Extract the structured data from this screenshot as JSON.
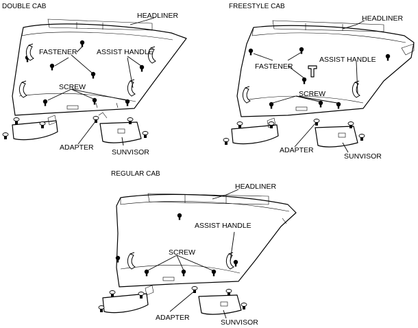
{
  "views": {
    "double_cab": {
      "title": "DOUBLE CAB",
      "labels": {
        "headliner": "HEADLINER",
        "fastener": "FASTENER",
        "assist_handle": "ASSIST HANDLE",
        "screw": "SCREW",
        "adapter": "ADAPTER",
        "sunvisor": "SUNVISOR"
      }
    },
    "freestyle_cab": {
      "title": "FREESTYLE CAB",
      "labels": {
        "headliner": "HEADLINER",
        "fastener": "FASTENER",
        "assist_handle": "ASSIST HANDLE",
        "screw": "SCREW",
        "adapter": "ADAPTER",
        "sunvisor": "SUNVISOR"
      }
    },
    "regular_cab": {
      "title": "REGULAR CAB",
      "labels": {
        "headliner": "HEADLINER",
        "assist_handle": "ASSIST HANDLE",
        "screw": "SCREW",
        "adapter": "ADAPTER",
        "sunvisor": "SUNVISOR"
      }
    }
  }
}
